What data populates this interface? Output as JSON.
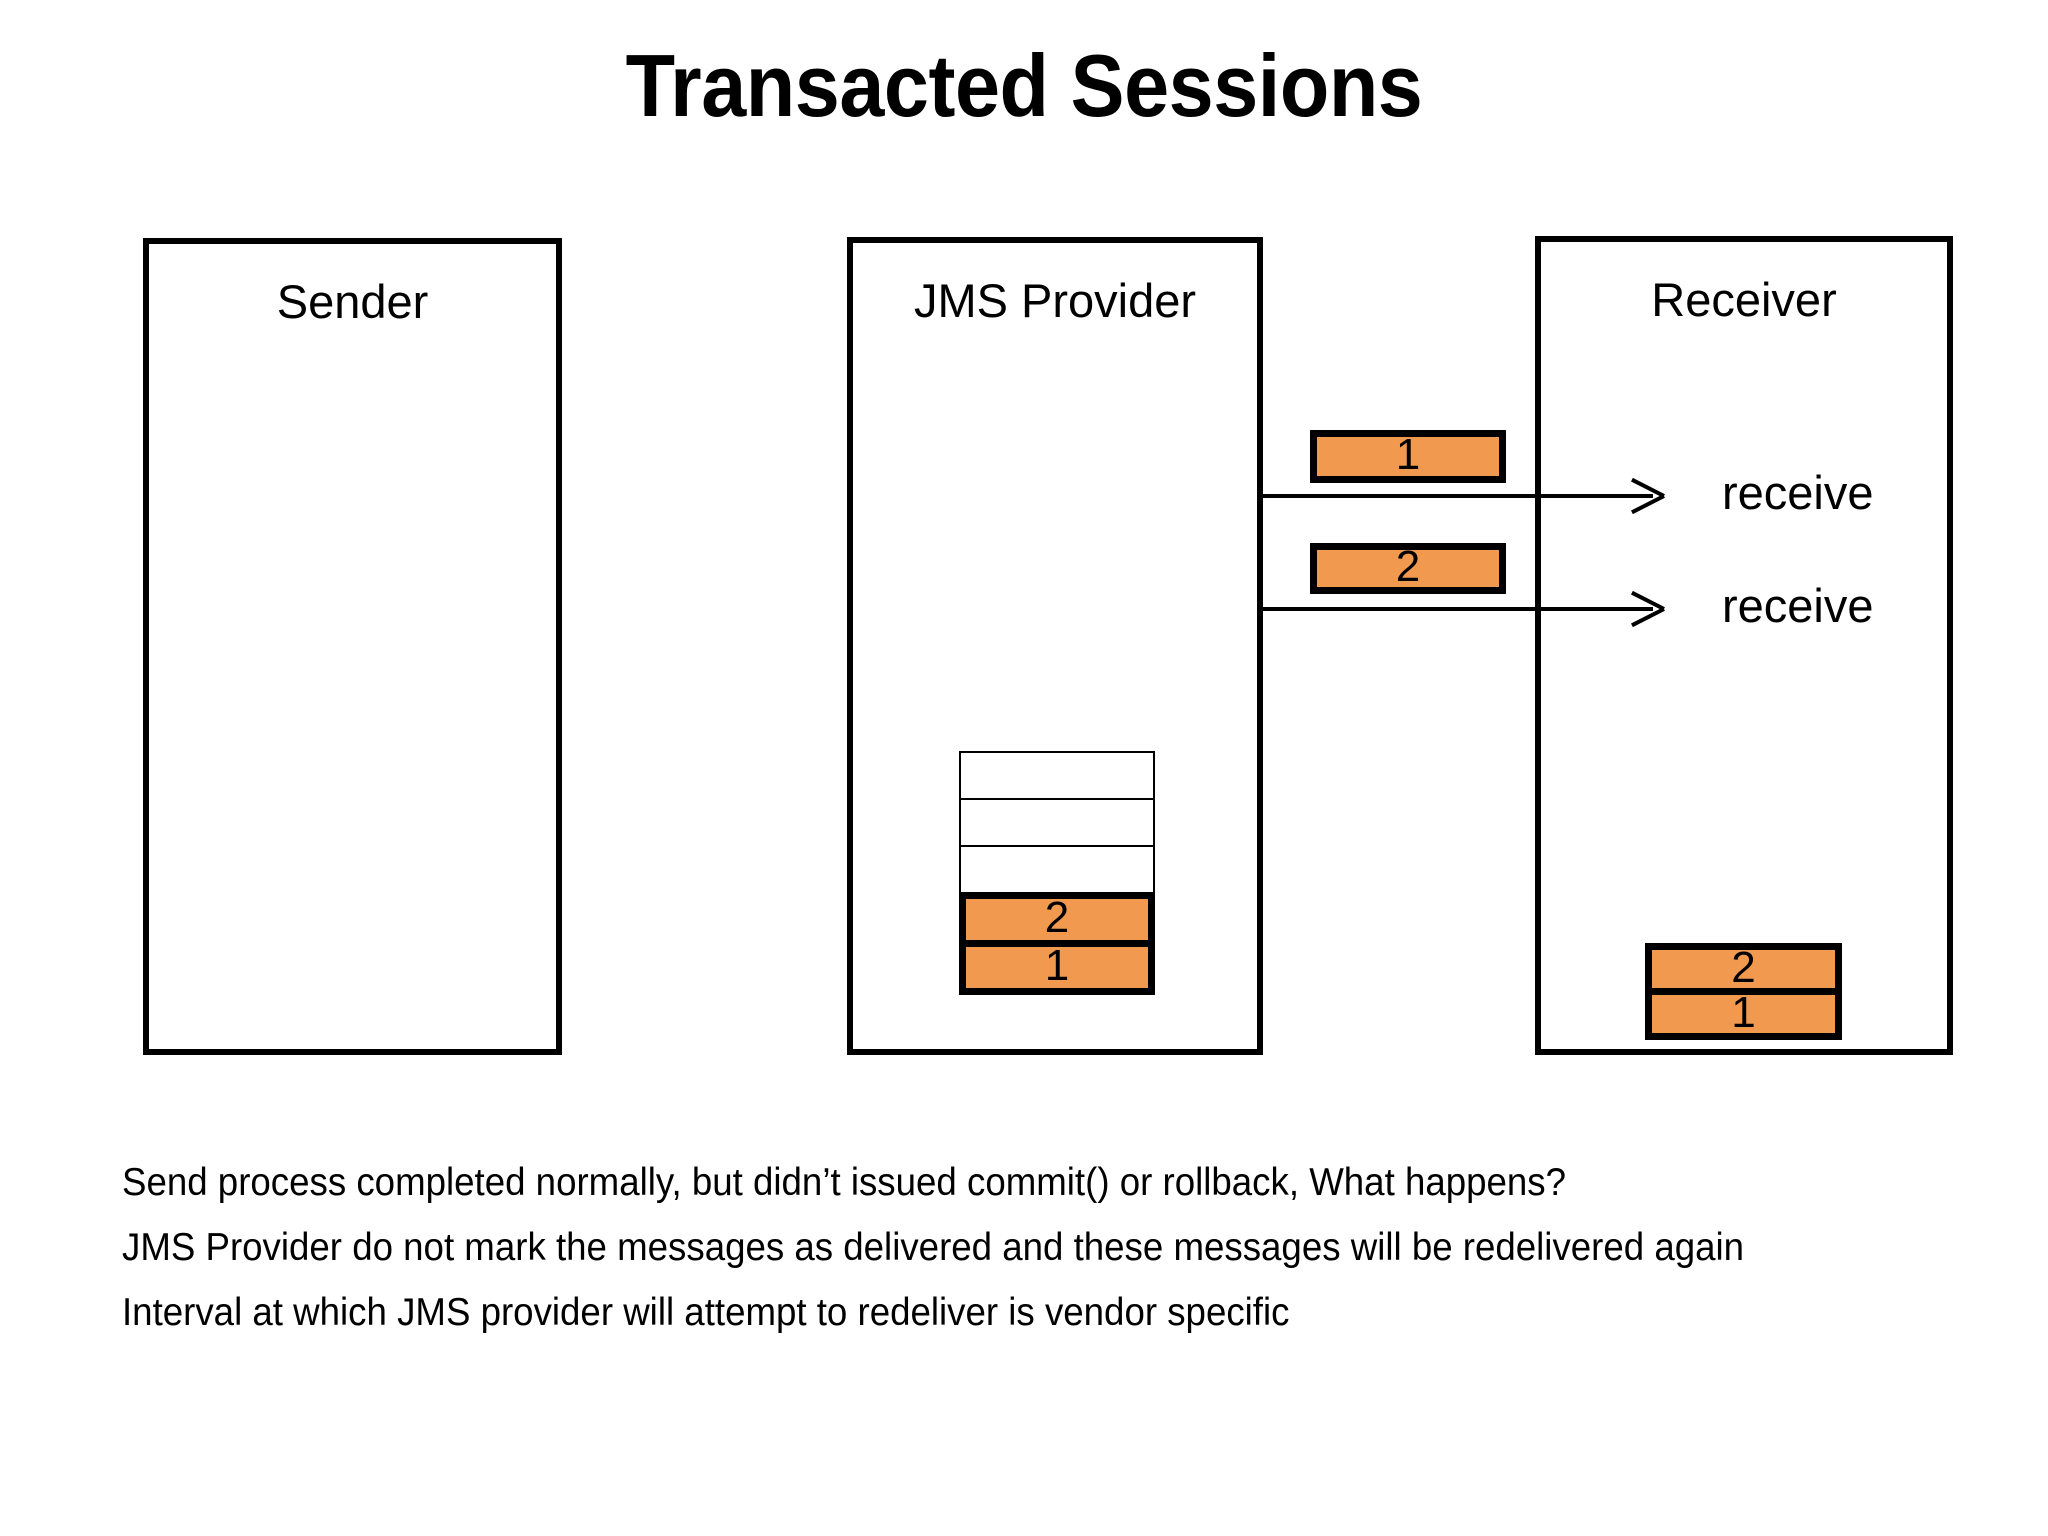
{
  "slide": {
    "title": "Transacted Sessions",
    "background_color": "#FFFFFF",
    "accent_color": "#F1994E",
    "stroke_color": "#000000"
  },
  "lanes": [
    {
      "id": "sender",
      "title": "Sender"
    },
    {
      "id": "provider",
      "title": "JMS Provider"
    },
    {
      "id": "receiver",
      "title": "Receiver"
    }
  ],
  "in_flight_messages": [
    {
      "label": "1"
    },
    {
      "label": "2"
    }
  ],
  "arrows": [
    {
      "label": "receive",
      "icon": "arrow-right-icon"
    },
    {
      "label": "receive",
      "icon": "arrow-right-icon"
    }
  ],
  "provider_queue": {
    "cells": [
      {
        "label": "",
        "filled": false
      },
      {
        "label": "",
        "filled": false
      },
      {
        "label": "",
        "filled": false
      },
      {
        "label": "2",
        "filled": true
      },
      {
        "label": "1",
        "filled": true
      }
    ]
  },
  "receiver_queue": {
    "cells": [
      {
        "label": "2",
        "filled": true
      },
      {
        "label": "1",
        "filled": true
      }
    ]
  },
  "notes": [
    "Send process completed normally, but didn’t issued commit() or rollback, What happens?",
    "JMS Provider do not mark the messages as delivered and these messages will be redelivered again",
    "Interval at which JMS provider will attempt to redeliver is vendor specific"
  ]
}
